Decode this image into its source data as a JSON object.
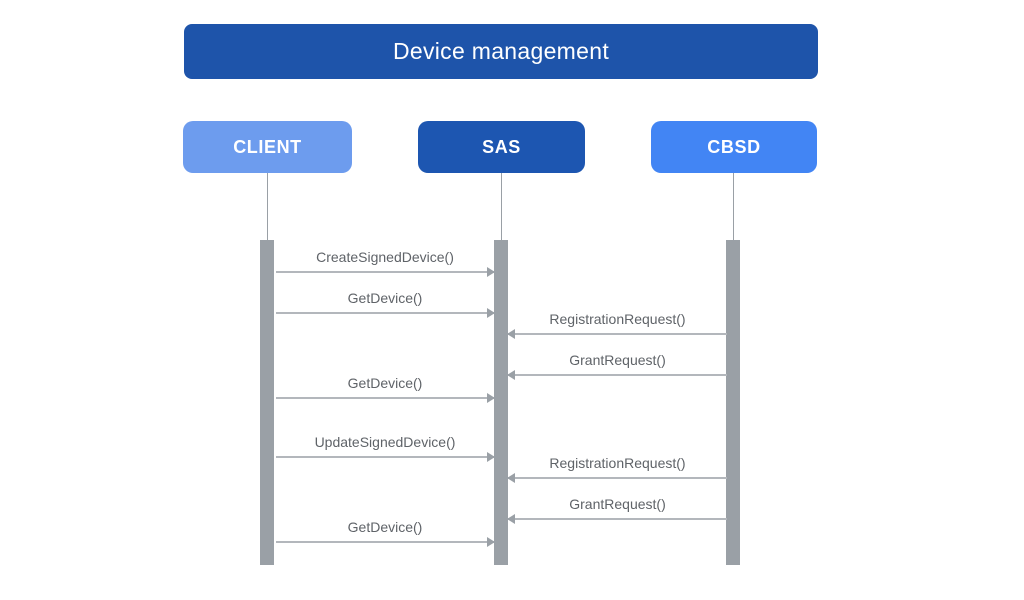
{
  "title": "Device management",
  "colors": {
    "title_bg": "#1e54aa",
    "client_bg": "#6d9cee",
    "sas_bg": "#1d56b1",
    "cbsd_bg": "#4285f4",
    "lifeline_gray": "#9aa0a6",
    "arrow_gray": "#b3b7bc",
    "message_text": "#5f6368",
    "actor_text": "#ffffff"
  },
  "actors": [
    {
      "id": "client",
      "label": "CLIENT"
    },
    {
      "id": "sas",
      "label": "SAS"
    },
    {
      "id": "cbsd",
      "label": "CBSD"
    }
  ],
  "messages": [
    {
      "label": "CreateSignedDevice()",
      "from": "CLIENT",
      "to": "SAS",
      "direction": "right"
    },
    {
      "label": "GetDevice()",
      "from": "CLIENT",
      "to": "SAS",
      "direction": "right"
    },
    {
      "label": "RegistrationRequest()",
      "from": "CBSD",
      "to": "SAS",
      "direction": "left"
    },
    {
      "label": "GrantRequest()",
      "from": "CBSD",
      "to": "SAS",
      "direction": "left"
    },
    {
      "label": "GetDevice()",
      "from": "CLIENT",
      "to": "SAS",
      "direction": "right"
    },
    {
      "label": "UpdateSignedDevice()",
      "from": "CLIENT",
      "to": "SAS",
      "direction": "right"
    },
    {
      "label": "RegistrationRequest()",
      "from": "CBSD",
      "to": "SAS",
      "direction": "left"
    },
    {
      "label": "GrantRequest()",
      "from": "CBSD",
      "to": "SAS",
      "direction": "left"
    },
    {
      "label": "GetDevice()",
      "from": "CLIENT",
      "to": "SAS",
      "direction": "right"
    }
  ]
}
